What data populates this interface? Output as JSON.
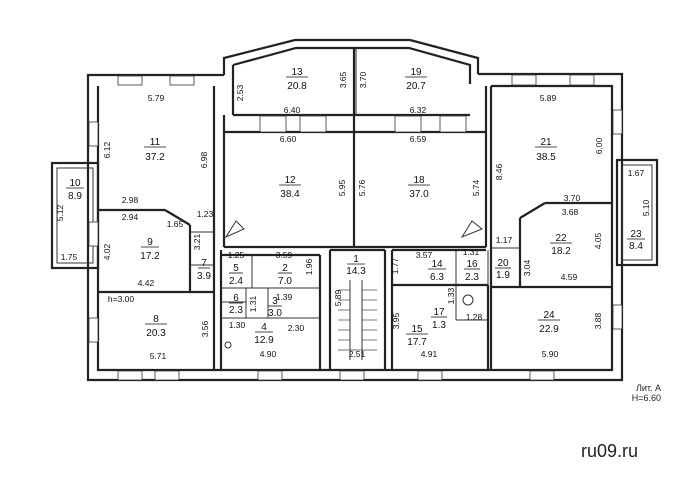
{
  "rooms": [
    {
      "id": "r1",
      "number": "1",
      "area": "14.3"
    },
    {
      "id": "r2",
      "number": "2",
      "area": "7.0"
    },
    {
      "id": "r3",
      "number": "3",
      "area": "3.0"
    },
    {
      "id": "r4",
      "number": "4",
      "area": "12.9"
    },
    {
      "id": "r5",
      "number": "5",
      "area": "2.4"
    },
    {
      "id": "r6",
      "number": "6",
      "area": "2.3"
    },
    {
      "id": "r7",
      "number": "7",
      "area": "3.9"
    },
    {
      "id": "r8",
      "number": "8",
      "area": "20.3"
    },
    {
      "id": "r9",
      "number": "9",
      "area": "17.2"
    },
    {
      "id": "r10",
      "number": "10",
      "area": "8.9"
    },
    {
      "id": "r11",
      "number": "11",
      "area": "37.2"
    },
    {
      "id": "r12",
      "number": "12",
      "area": "38.4"
    },
    {
      "id": "r13",
      "number": "13",
      "area": "20.8"
    },
    {
      "id": "r14",
      "number": "14",
      "area": "6.3"
    },
    {
      "id": "r15",
      "number": "15",
      "area": "17.7"
    },
    {
      "id": "r16",
      "number": "16",
      "area": "2.3"
    },
    {
      "id": "r17",
      "number": "17",
      "area": "1.3"
    },
    {
      "id": "r18",
      "number": "18",
      "area": "37.0"
    },
    {
      "id": "r19",
      "number": "19",
      "area": "20.7"
    },
    {
      "id": "r20",
      "number": "20",
      "area": "1.9"
    },
    {
      "id": "r21",
      "number": "21",
      "area": "38.5"
    },
    {
      "id": "r22",
      "number": "22",
      "area": "18.2"
    },
    {
      "id": "r23",
      "number": "23",
      "area": "8.4"
    },
    {
      "id": "r24",
      "number": "24",
      "area": "22.9"
    }
  ],
  "dimensions": [
    "5.79",
    "6.12",
    "6.98",
    "2.98",
    "2.94",
    "1.65",
    "1.23",
    "3.21",
    "4.02",
    "4.42",
    "h=3.00",
    "3.56",
    "5.71",
    "5.12",
    "1.75",
    "2.53",
    "6.40",
    "6.60",
    "3.65",
    "3.70",
    "6.32",
    "6.59",
    "5.95",
    "5.76",
    "5.74",
    "1.25",
    "3.59",
    "1.96",
    "1.31",
    "1.39",
    "1.30",
    "2.30",
    "4.90",
    "5.89",
    "2.51",
    "1.77",
    "3.57",
    "1.31",
    "1.33",
    "1.28",
    "3.95",
    "4.91",
    "5.89",
    "6.00",
    "8.46",
    "3.70",
    "3.68",
    "1.17",
    "3.04",
    "4.05",
    "4.59",
    "3.88",
    "5.90",
    "1.67",
    "5.10"
  ],
  "legend": {
    "lit": "Лит. А",
    "height": "Н=6.60"
  },
  "watermark": "ru09.ru"
}
